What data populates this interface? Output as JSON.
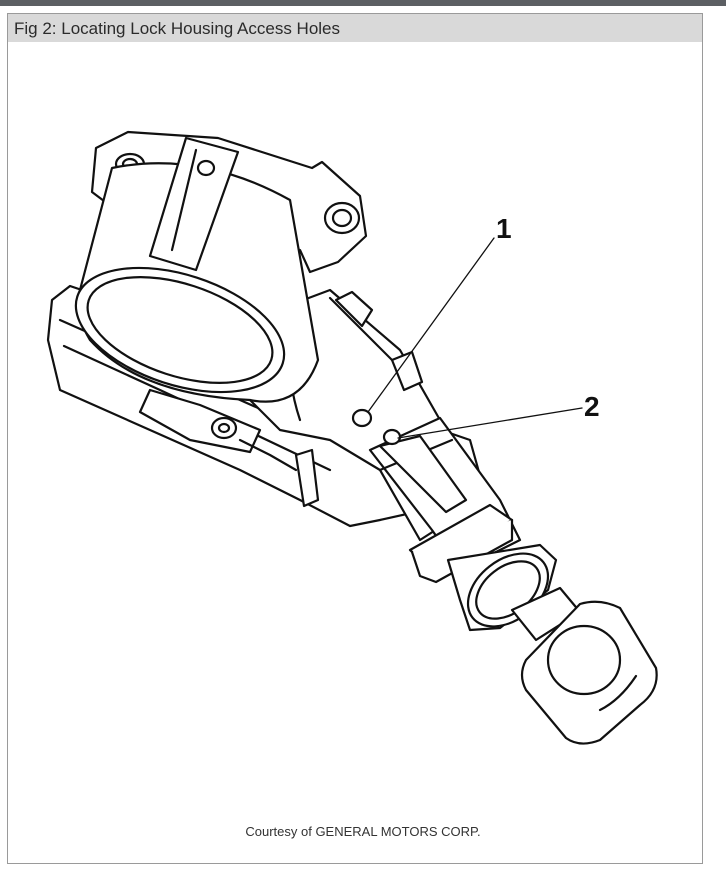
{
  "figure": {
    "caption": "Fig 2: Locating Lock Housing Access Holes",
    "credit": "Courtesy of GENERAL MOTORS CORP."
  },
  "callouts": [
    {
      "label": "1"
    },
    {
      "label": "2"
    }
  ]
}
